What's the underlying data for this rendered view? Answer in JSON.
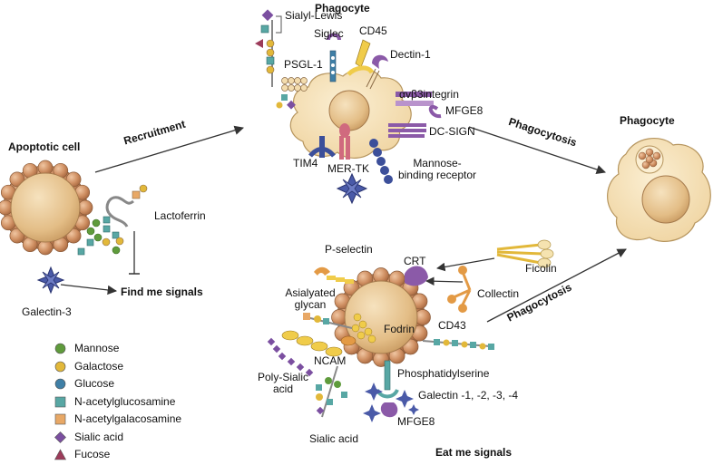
{
  "labels": {
    "phagocyte_top": "Phagocyte",
    "phagocyte_right": "Phagocyte",
    "apoptotic_cell": "Apoptotic cell",
    "recruitment": "Recruitment",
    "phagocytosis_upper": "Phagocytosis",
    "phagocytosis_lower": "Phagocytosis",
    "find_me_signals": "Find me signals",
    "eat_me_signals": "Eat me signals",
    "sialyl_lewis": "Sialyl-Lewis",
    "siglec": "Siglec",
    "cd45": "CD45",
    "psgl1": "PSGL-1",
    "dectin1": "Dectin-1",
    "avb3_integrin": "αvβ3integrin",
    "mfge8_top": "MFGE8",
    "dc_sign": "DC-SIGN",
    "tim4": "TIM4",
    "mer_tk": "MER-TK",
    "mannose_binding_receptor": "Mannose-binding receptor",
    "lactoferrin": "Lactoferrin",
    "galectin3": "Galectin-3",
    "p_selectin": "P-selectin",
    "crt": "CRT",
    "ficolin": "Ficolin",
    "collectin": "Collectin",
    "asialyated_glycan": "Asialyated glycan",
    "fodrin": "Fodrin",
    "cd43": "CD43",
    "ncam": "NCAM",
    "poly_sialic_acid": "Poly-Sialic acid",
    "phosphatidylserine": "Phosphatidylserine",
    "galectins": "Galectin -1, -2, -3, -4",
    "mfge8_bottom": "MFGE8",
    "sialic_acid": "Sialic acid"
  },
  "legend": [
    {
      "label": "Mannose",
      "shape": "circle",
      "color": "#5f9b3c"
    },
    {
      "label": "Galactose",
      "shape": "circle",
      "color": "#e2b83a"
    },
    {
      "label": "Glucose",
      "shape": "circle",
      "color": "#3f7fa6"
    },
    {
      "label": "N-acetylglucosamine",
      "shape": "square",
      "color": "#58a7a4"
    },
    {
      "label": "N-acetylgalacosamine",
      "shape": "square",
      "color": "#e8a866"
    },
    {
      "label": "Sialic acid",
      "shape": "diamond",
      "color": "#7b4fa0"
    },
    {
      "label": "Fucose",
      "shape": "triangle",
      "color": "#9c3b5a"
    }
  ],
  "colors": {
    "apoptotic_bead": "#c98a5e",
    "cell_body": "#f3dcae",
    "nucleus": "#e6c18d",
    "outline": "#8a6a45",
    "arrow": "#333333",
    "sialic": "#7b4fa0",
    "mannose": "#5f9b3c",
    "galactose": "#e2b83a",
    "glcnac": "#58a7a4",
    "galnac": "#e8a866",
    "fucose": "#9c3b5a",
    "receptor_blue": "#3c4f9a",
    "receptor_purple": "#8b5aa8",
    "receptor_pink": "#d06a7e",
    "receptor_yellow": "#f0cc4a",
    "receptor_orange": "#e39a45"
  }
}
